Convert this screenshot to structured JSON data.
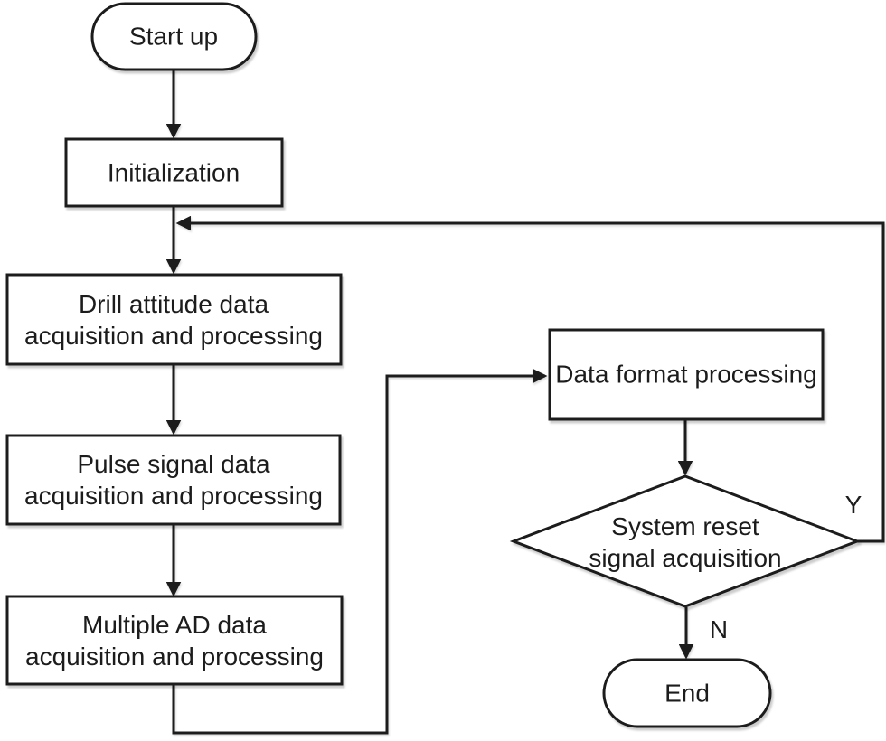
{
  "diagram": {
    "type": "flowchart",
    "colors": {
      "background": "#ffffff",
      "stroke": "#1c1c1c",
      "text": "#1c1c1c",
      "node_fill": "#ffffff"
    },
    "nodes": {
      "startup": {
        "shape": "terminator",
        "label": "Start up"
      },
      "initialization": {
        "shape": "process",
        "label": "Initialization"
      },
      "drill_attitude": {
        "shape": "process",
        "lines": [
          "Drill attitude data",
          "acquisition and processing"
        ]
      },
      "pulse_signal": {
        "shape": "process",
        "lines": [
          "Pulse signal data",
          "acquisition and processing"
        ]
      },
      "multiple_ad": {
        "shape": "process",
        "lines": [
          "Multiple AD data",
          "acquisition and processing"
        ]
      },
      "data_format": {
        "shape": "process",
        "label": "Data format processing"
      },
      "system_reset": {
        "shape": "decision",
        "lines": [
          "System reset",
          "signal acquisition"
        ]
      },
      "end": {
        "shape": "terminator",
        "label": "End"
      }
    },
    "branches": {
      "yes": "Y",
      "no": "N"
    },
    "edges": [
      {
        "from": "startup",
        "to": "initialization"
      },
      {
        "from": "initialization",
        "to": "drill_attitude"
      },
      {
        "from": "drill_attitude",
        "to": "pulse_signal"
      },
      {
        "from": "pulse_signal",
        "to": "multiple_ad"
      },
      {
        "from": "multiple_ad",
        "to": "data_format"
      },
      {
        "from": "data_format",
        "to": "system_reset"
      },
      {
        "from": "system_reset",
        "to": "end",
        "label": "N"
      },
      {
        "from": "system_reset",
        "to": "loop-junction-before-drill_attitude",
        "label": "Y"
      }
    ]
  }
}
